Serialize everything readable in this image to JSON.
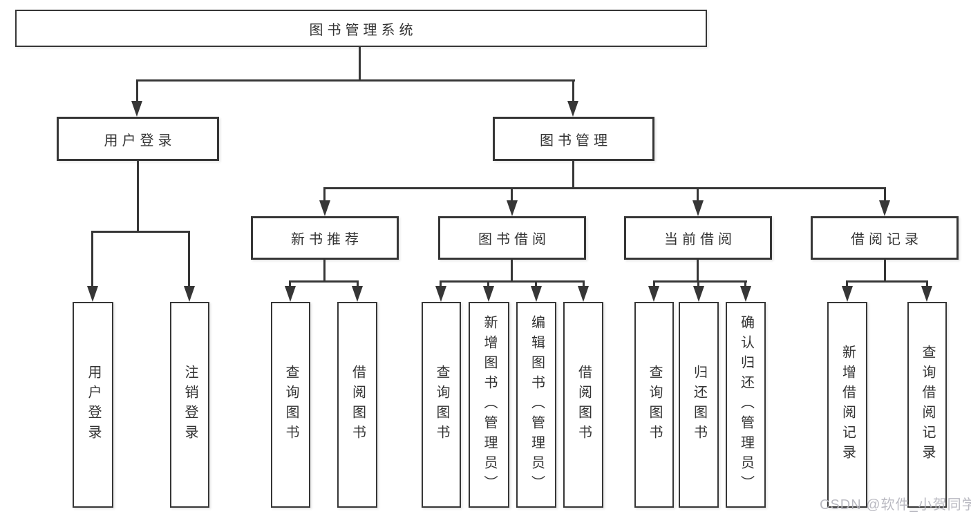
{
  "diagram": {
    "root": {
      "label": "图书管理系统"
    },
    "level2": {
      "user_login": {
        "label": "用户登录"
      },
      "book_management": {
        "label": "图书管理"
      }
    },
    "level3": {
      "new_book_recommend": {
        "label": "新书推荐"
      },
      "book_borrow": {
        "label": "图书借阅"
      },
      "current_borrow": {
        "label": "当前借阅"
      },
      "borrow_records": {
        "label": "借阅记录"
      }
    },
    "leaves": {
      "user_login": [
        "用户登录",
        "注销登录"
      ],
      "new_book_recommend": [
        "查询图书",
        "借阅图书"
      ],
      "book_borrow": [
        "查询图书",
        "新增图书（管理员）",
        "编辑图书（管理员）",
        "借阅图书"
      ],
      "current_borrow": [
        "查询图书",
        "归还图书",
        "确认归还（管理员）"
      ],
      "borrow_records": [
        "新增借阅记录",
        "查询借阅记录"
      ]
    },
    "colors": {
      "line": "#363636",
      "text": "#333333",
      "box_background": "#ffffff",
      "watermark": "#b4b4bc"
    }
  },
  "watermark": {
    "label": "CSDN @软件_小贺同学"
  }
}
